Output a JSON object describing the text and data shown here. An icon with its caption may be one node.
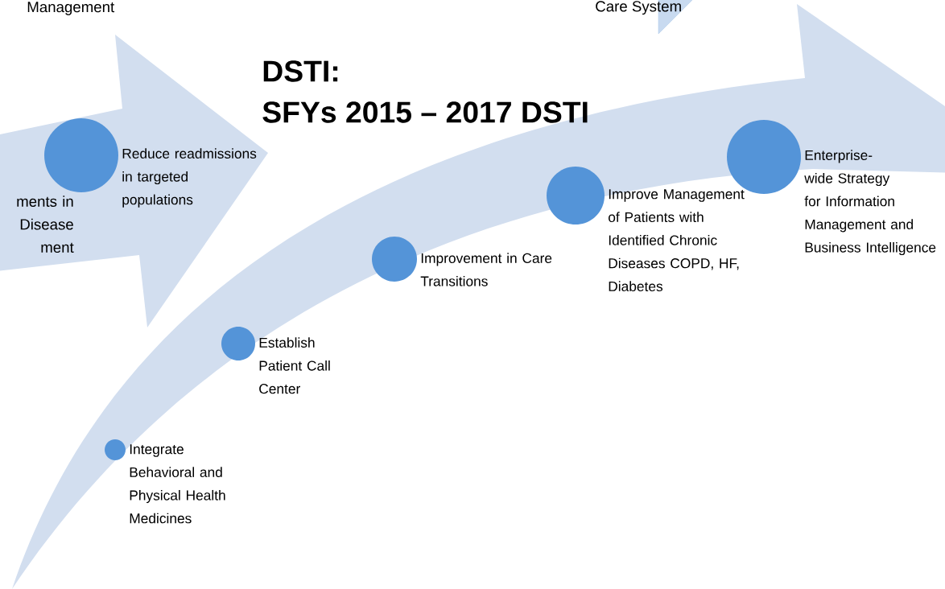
{
  "diagram": {
    "title": "DSTI:",
    "nodes": [
      {
        "text": [],
        "shape": "circle",
        "beside": [
          "Reduce readmissions in targeted populations"
        ]
      },
      {
        "text": [],
        "shape": "circle",
        "beside": [
          "Enterprise-wide Strategy for Information Management and Business Intelligence"
        ]
      },
      {
        "text": [],
        "shape": "circle",
        "beside": [
          "Improve Management of Patients with Identified Chronic Diseases COPD, HF, Diabetes"
        ]
      },
      {
        "text": [],
        "shape": "circle",
        "beside": [
          "Improvement in Care Transitions"
        ]
      },
      {
        "text": [],
        "shape": "circle",
        "beside": [
          "Establish Patient Call Center"
        ]
      },
      {
        "text": [],
        "shape": "circle",
        "beside": [
          "Integrate Behavioral and Physical Health Medicines"
        ]
      }
    ],
    "labels": [
      "Management",
      "Care System",
      "SFYs 2015 – 2017 DSTI",
      "ments in Disease ment"
    ]
  }
}
